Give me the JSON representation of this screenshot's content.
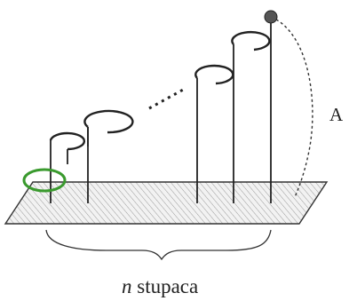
{
  "diagram": {
    "label_a": "A",
    "caption": {
      "variable": "n",
      "text": " stupaca"
    },
    "colors": {
      "ink": "#222222",
      "green_ring": "#3a9a2e",
      "ball": "#555555",
      "plane_fill": "#f2f2f2",
      "hatch": "#9a9a9a"
    }
  }
}
